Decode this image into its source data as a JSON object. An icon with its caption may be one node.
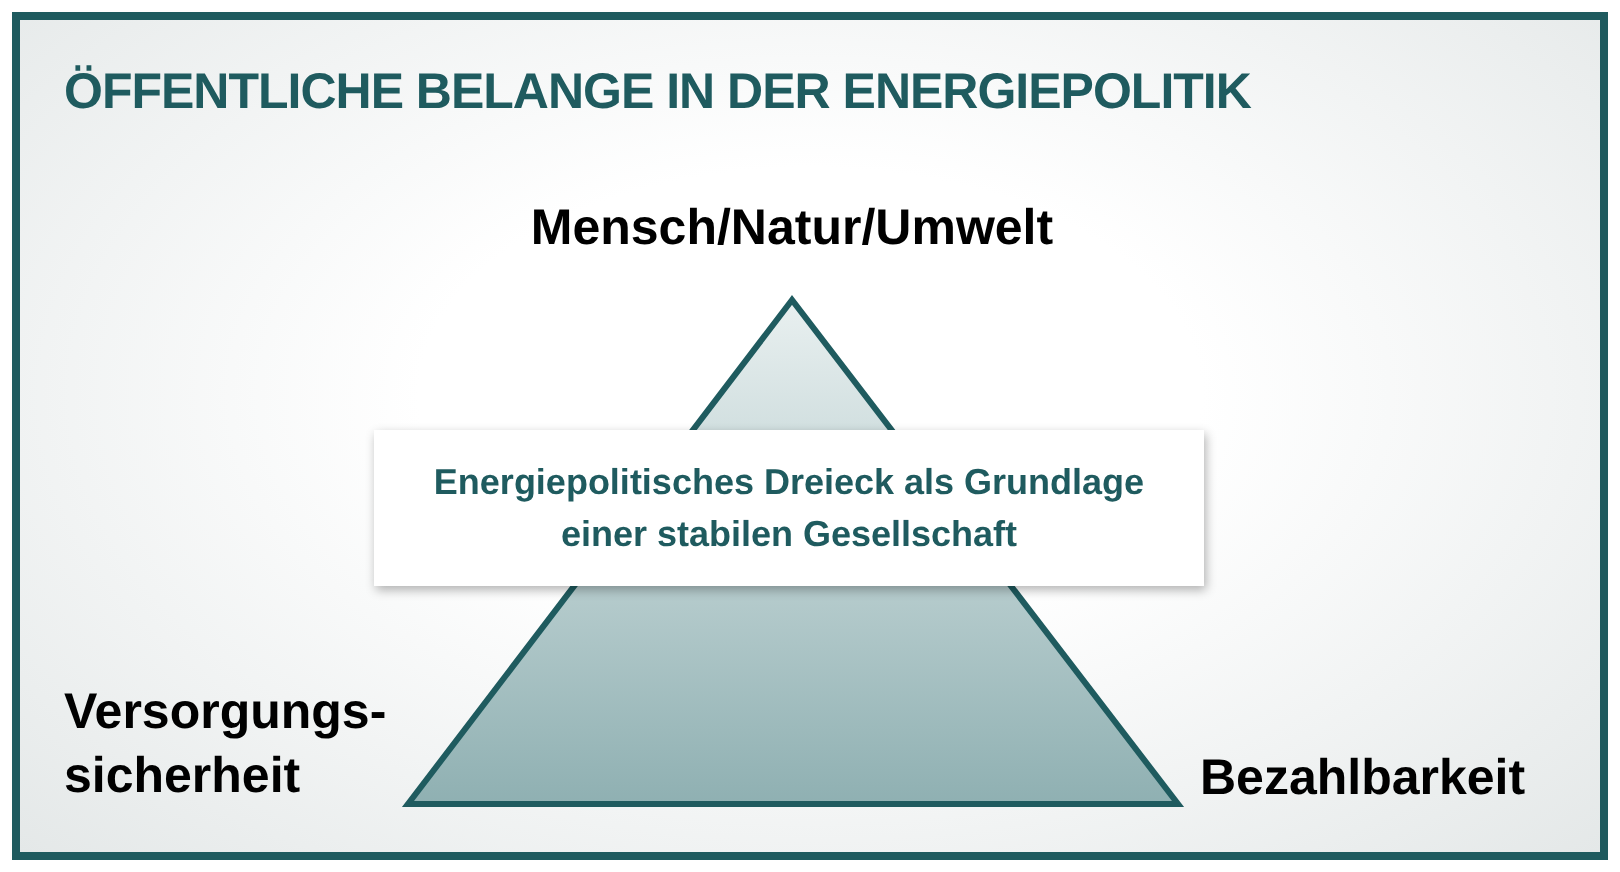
{
  "diagram": {
    "title": "ÖFFENTLICHE BELANGE IN DER ENERGIEPOLITIK",
    "nodes": [
      {
        "text": [
          "Energiepolitisches Dreieck als Grundlage einer stabilen Gesellschaft"
        ]
      }
    ],
    "edges": [],
    "labels": [
      "Mensch/Natur/Umwelt",
      "Versorgungs- sicherheit",
      "Bezahlbarkeit"
    ]
  }
}
